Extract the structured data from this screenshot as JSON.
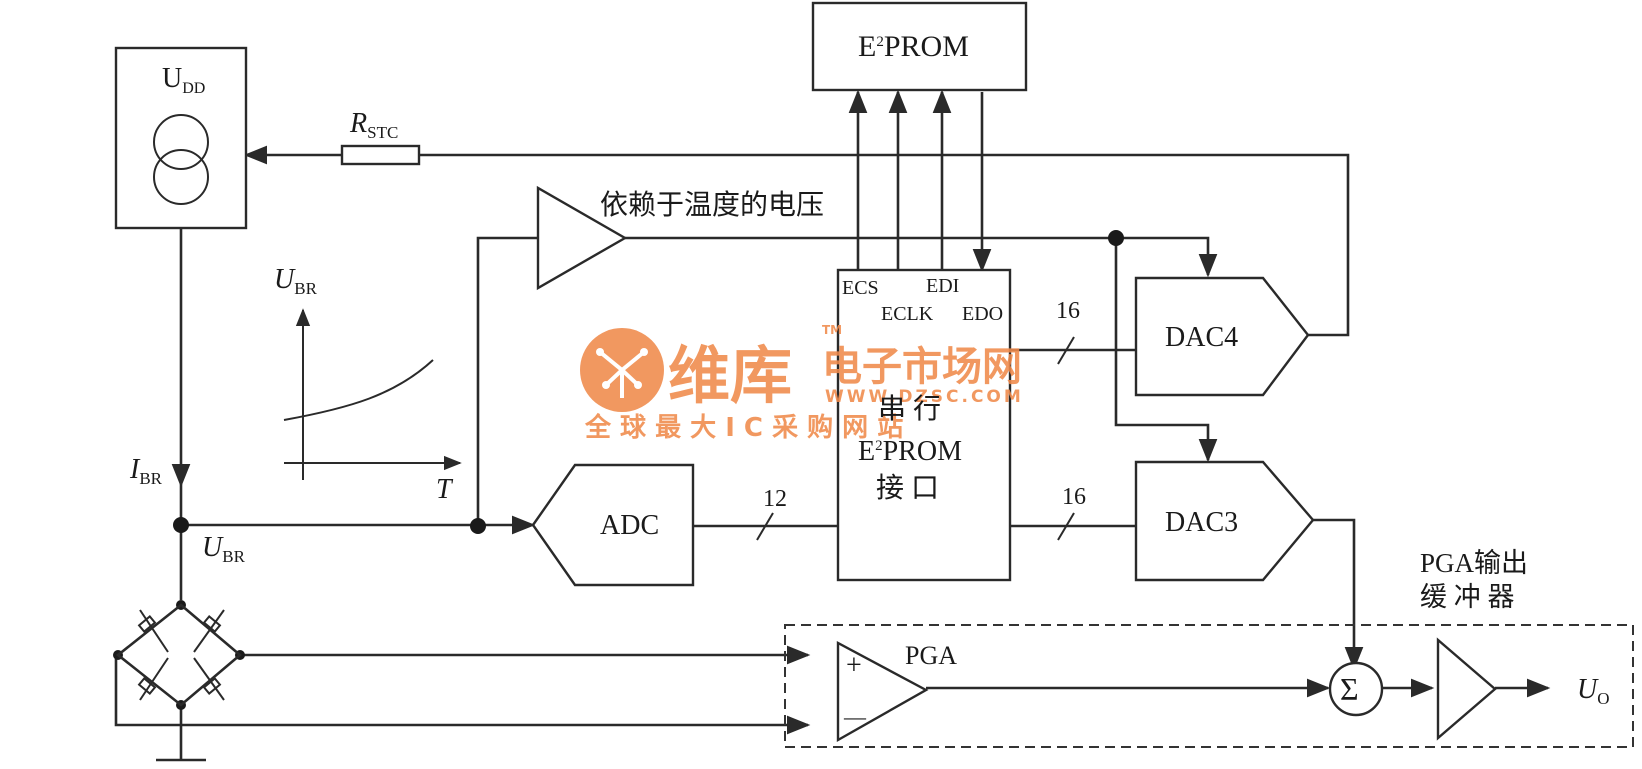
{
  "blocks": {
    "eeprom": "E²PROM",
    "adc": "ADC",
    "dac4": "DAC4",
    "dac3": "DAC3",
    "pga": "PGA",
    "interface_line1": "串  行",
    "interface_line2": "E²PROM",
    "interface_line3": "接  口",
    "sum_symbol": "Σ",
    "udd": "UDD"
  },
  "pins": {
    "ecs": "ECS",
    "eclk": "ECLK",
    "edi": "EDI",
    "edo": "EDO"
  },
  "labels": {
    "rstc": "RSTC",
    "temp_voltage": "依赖于温度的电压",
    "ubr_graph": "UBR",
    "t_axis": "T",
    "ibr": "IBR",
    "ubr_node": "UBR",
    "bus_16_top": "16",
    "bus_12": "12",
    "bus_16_bottom": "16",
    "pga_buffer_line1": "PGA输出",
    "pga_buffer_line2": "缓 冲 器",
    "uo": "UO",
    "plus": "+",
    "minus": "—"
  },
  "watermark": {
    "brand": "维库",
    "tm": "TM",
    "title": "电子市场网",
    "url": "WWW.DZSC.COM",
    "slogan": "全 球 最 大 I C 采 购 网 站",
    "color": "#f08a4b"
  }
}
